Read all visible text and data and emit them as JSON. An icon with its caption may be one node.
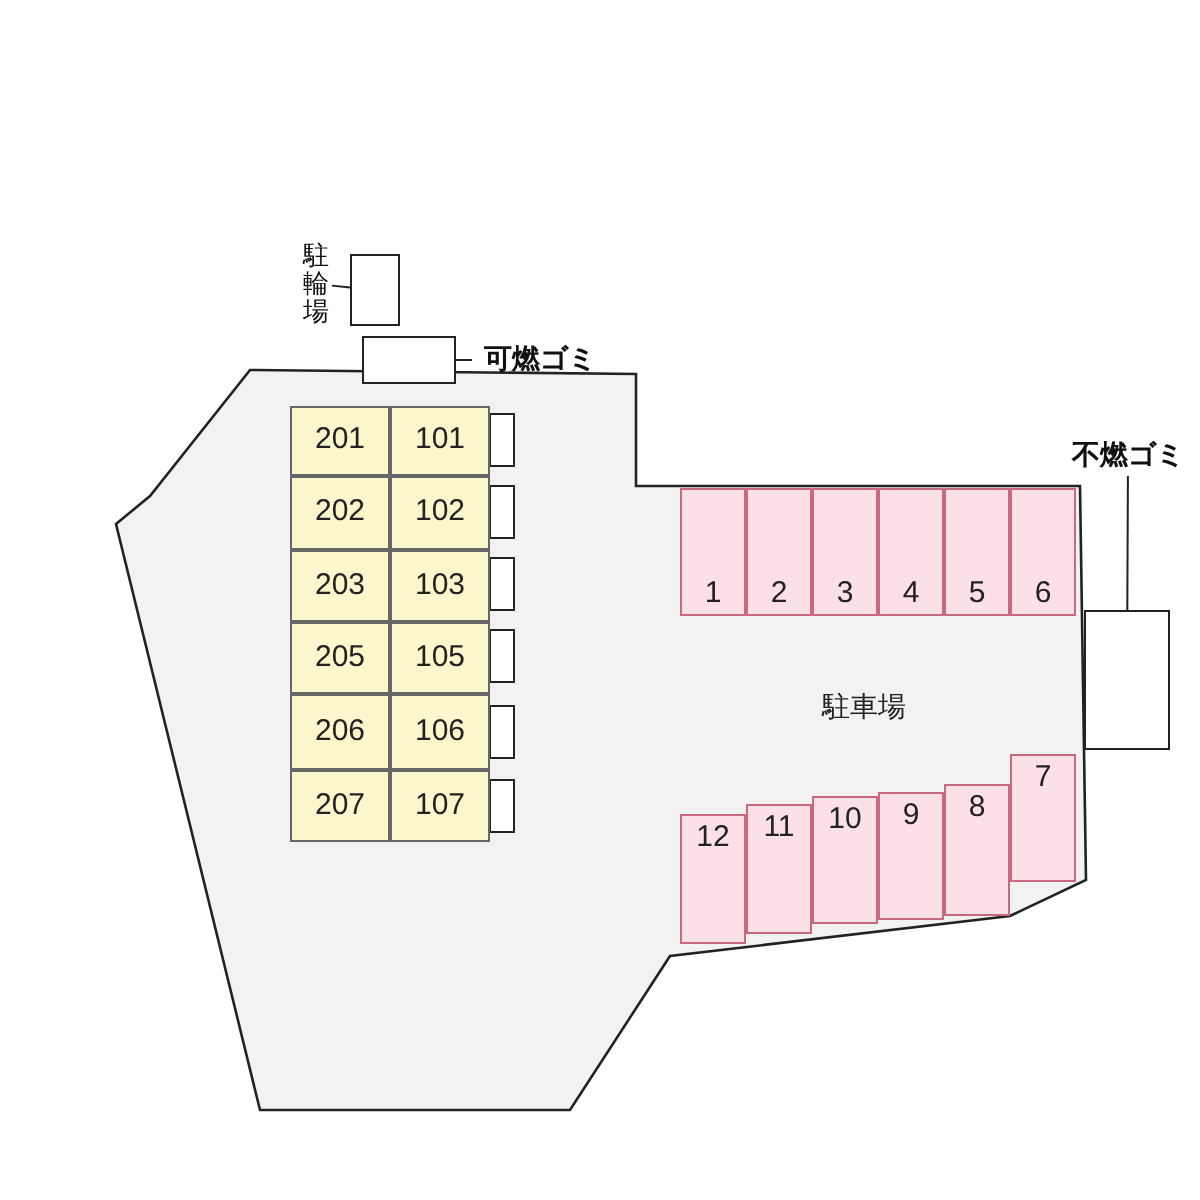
{
  "diagram": {
    "nodes": [
      {
        "text": [
          "駐輪場"
        ]
      },
      {
        "text": [],
        "shape": "box"
      },
      {
        "text": [],
        "shape": "box"
      },
      {
        "text": [
          "可燃ゴミ"
        ]
      },
      {
        "text": [
          "不燃ゴミ"
        ]
      },
      {
        "text": [],
        "shape": "box"
      },
      {
        "text": [
          "201"
        ]
      },
      {
        "text": [
          "101"
        ]
      },
      {
        "text": [
          "202"
        ]
      },
      {
        "text": [
          "102"
        ]
      },
      {
        "text": [
          "203"
        ]
      },
      {
        "text": [
          "103"
        ]
      },
      {
        "text": [
          "205"
        ]
      },
      {
        "text": [
          "105"
        ]
      },
      {
        "text": [
          "206"
        ]
      },
      {
        "text": [
          "106"
        ]
      },
      {
        "text": [
          "207"
        ]
      },
      {
        "text": [
          "107"
        ]
      },
      {
        "text": [
          "1"
        ]
      },
      {
        "text": [
          "2"
        ]
      },
      {
        "text": [
          "3"
        ]
      },
      {
        "text": [
          "4"
        ]
      },
      {
        "text": [
          "5"
        ]
      },
      {
        "text": [
          "6"
        ]
      },
      {
        "text": [
          "12"
        ]
      },
      {
        "text": [
          "11"
        ]
      },
      {
        "text": [
          "10"
        ]
      },
      {
        "text": [
          "9"
        ]
      },
      {
        "text": [
          "8"
        ]
      },
      {
        "text": [
          "7"
        ]
      }
    ],
    "edges": [
      {
        "from": 0,
        "to": 1,
        "arrow": "none"
      },
      {
        "from": 3,
        "to": 2,
        "arrow": "none"
      },
      {
        "from": 4,
        "to": 5,
        "arrow": "none"
      }
    ],
    "labels": [
      "駐車場"
    ]
  }
}
